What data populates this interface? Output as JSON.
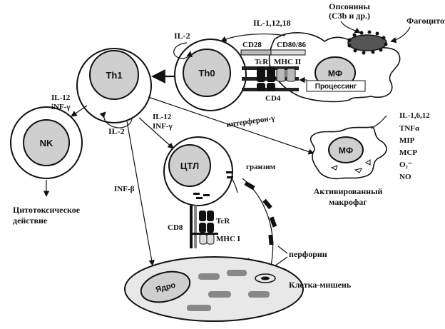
{
  "cells": {
    "th1": "Th1",
    "th0": "Th0",
    "nk": "NK",
    "ctl": "ЦТЛ",
    "mf": "МФ",
    "mf_active": "МФ",
    "nucleus": "Ядро"
  },
  "labels": {
    "opsonins_1": "Опсонины",
    "opsonins_2": "(C3b и др.)",
    "phagocytosis": "Фагоцитоз",
    "il_1_12_18": "IL-1,12,18",
    "il2_top": "IL-2",
    "cd28": "CD28",
    "cd80_86": "CD80/86",
    "tcr_top": "TcR",
    "mhc2": "MHC II",
    "cd4": "CD4",
    "processing": "Процессинг",
    "il12_left": "IL-12",
    "infg_left": "iNF-γ",
    "il2_bottom": "IL-2",
    "il12_mid": "IL-12",
    "infg_mid": "INF-γ",
    "interferon_g": "интерферон-γ",
    "cytokines": [
      "IL-1,6,12",
      "TNFα",
      "MIP",
      "MCP",
      "O₂⁻",
      "NO"
    ],
    "activated_1": "Активированный",
    "activated_2": "макрофаг",
    "granzyme": "гранзим",
    "inf_beta": "INF-β",
    "cd8": "CD8",
    "tcr_bottom": "TcR",
    "mhc1": "MHC I",
    "perforin": "перфорин",
    "target_cell": "Клетка-мишень",
    "cytotoxic_1": "Цитотоксическое",
    "cytotoxic_2": "действие"
  }
}
